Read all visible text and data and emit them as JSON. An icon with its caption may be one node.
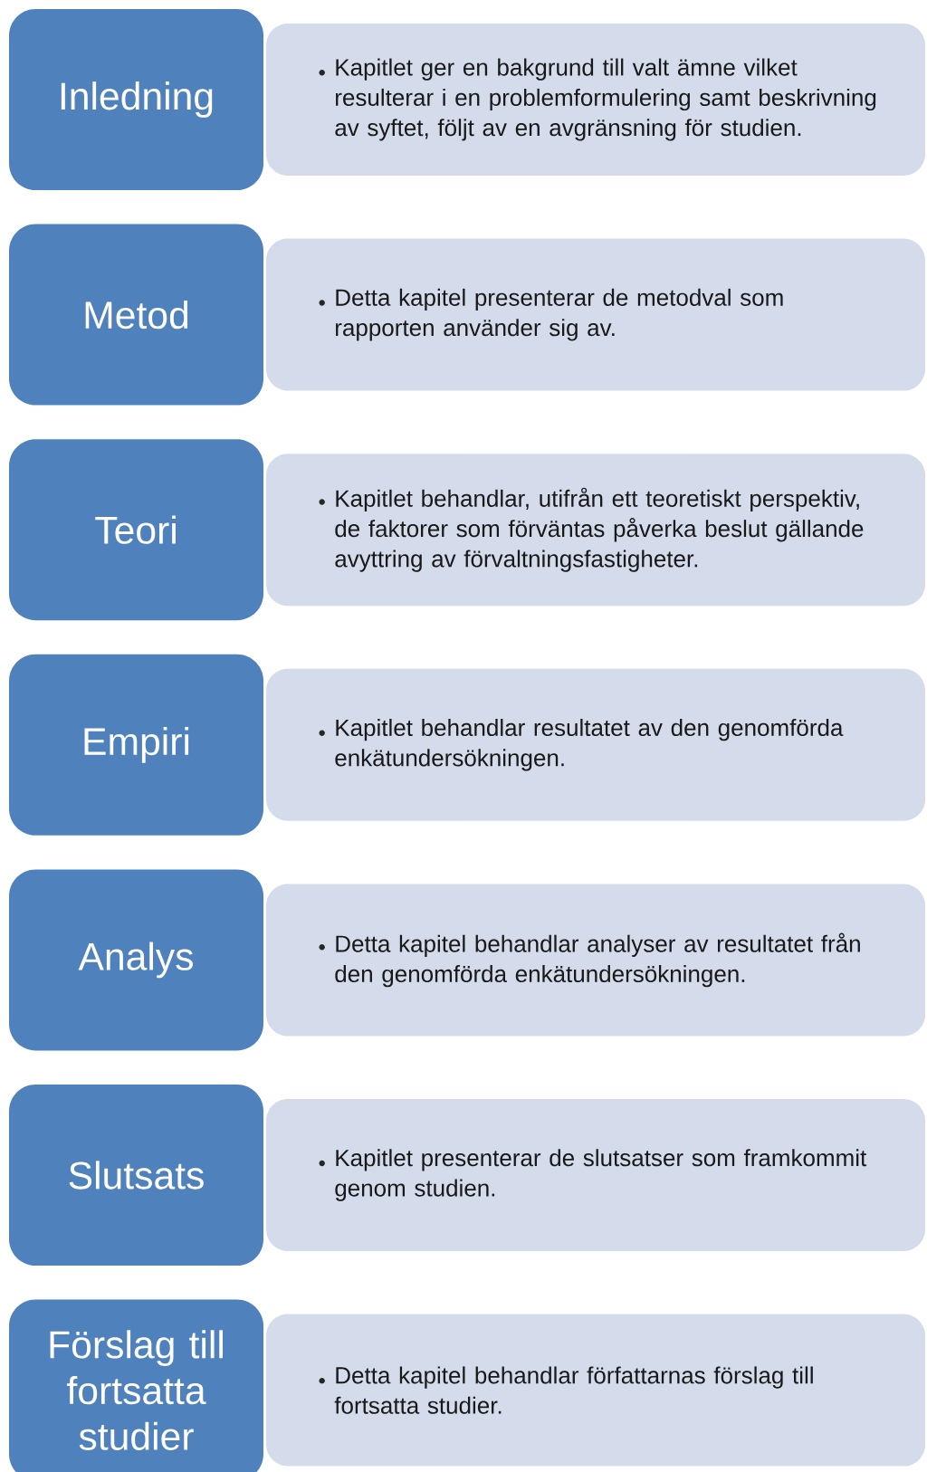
{
  "diagram": {
    "nodes": [
      {
        "text": [
          "Inledning"
        ]
      },
      {
        "text": [
          "Kapitlet ger en bakgrund till valt ämne vilket resulterar i en problemformulering samt beskrivning av syftet, följt av en avgränsning för studien."
        ]
      },
      {
        "text": [
          "Metod"
        ]
      },
      {
        "text": [
          "Detta kapitel presenterar de metodval som rapporten använder sig av."
        ]
      },
      {
        "text": [
          "Teori"
        ]
      },
      {
        "text": [
          "Kapitlet behandlar, utifrån ett teoretiskt perspektiv, de faktorer som förväntas påverka beslut gällande avyttring av förvaltningsfastigheter."
        ]
      },
      {
        "text": [
          "Empiri"
        ]
      },
      {
        "text": [
          "Kapitlet behandlar resultatet av den genomförda enkätundersökningen."
        ]
      },
      {
        "text": [
          "Analys"
        ]
      },
      {
        "text": [
          "Detta kapitel behandlar analyser av resultatet från den genomförda enkätundersökningen."
        ]
      },
      {
        "text": [
          "Slutsats"
        ]
      },
      {
        "text": [
          "Kapitlet presenterar de slutsatser som framkommit genom studien."
        ]
      },
      {
        "text": [
          "Förslag till fortsatta studier"
        ]
      },
      {
        "text": [
          "Detta kapitel behandlar författarnas förslag till fortsatta studier."
        ]
      }
    ]
  }
}
